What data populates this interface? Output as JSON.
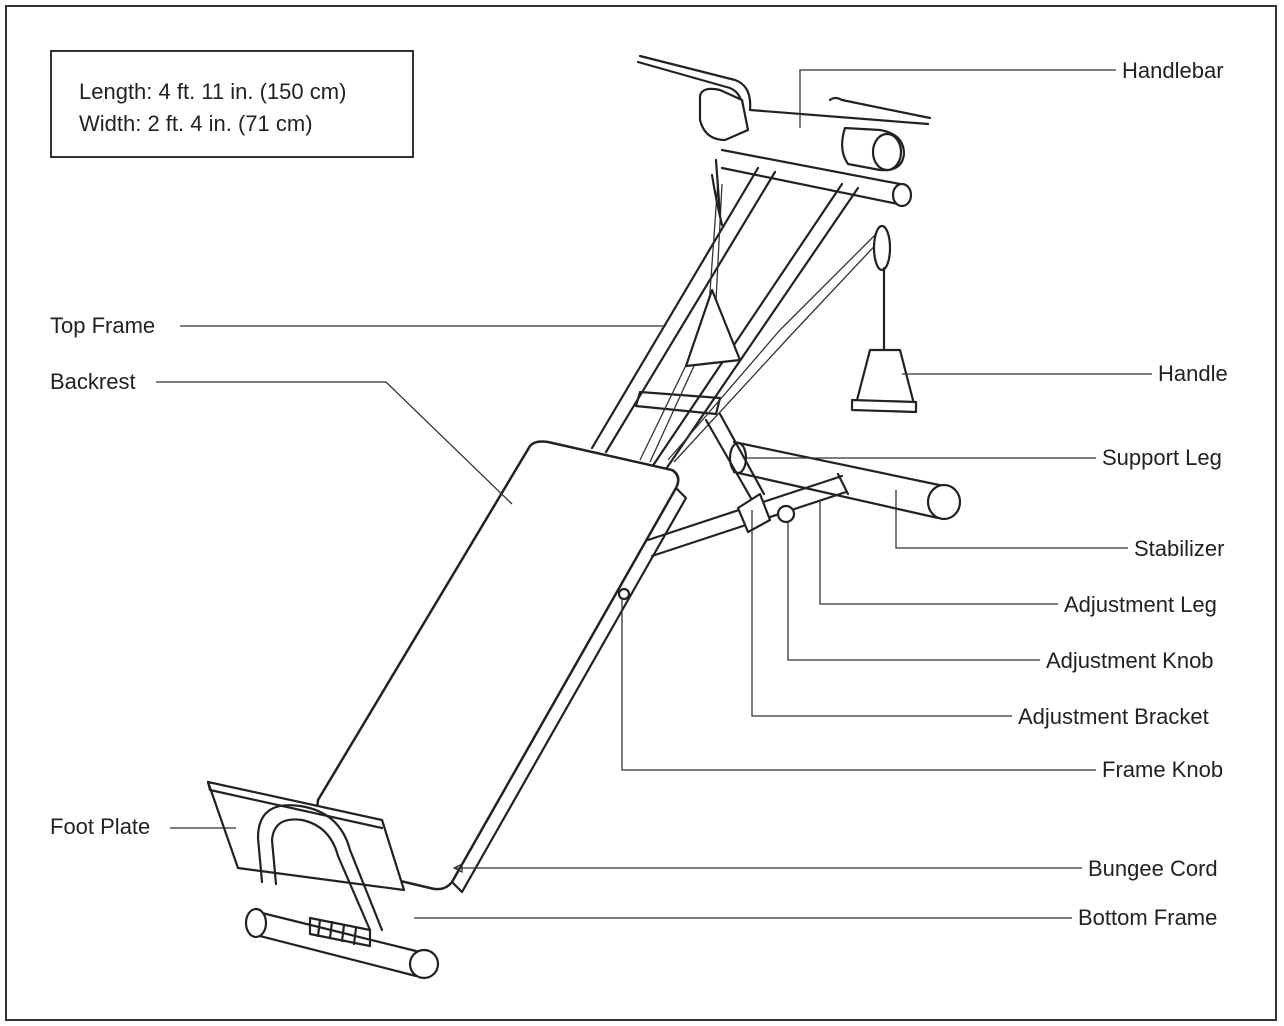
{
  "dimensions": {
    "length": "Length: 4 ft. 11 in. (150 cm)",
    "width": "Width:  2 ft. 4 in. (71 cm)"
  },
  "labels": {
    "handlebar": "Handlebar",
    "top_frame": "Top Frame",
    "backrest": "Backrest",
    "handle": "Handle",
    "support_leg": "Support Leg",
    "stabilizer": "Stabilizer",
    "adjustment_leg": "Adjustment Leg",
    "adjustment_knob": "Adjustment Knob",
    "adjustment_bracket": "Adjustment Bracket",
    "frame_knob": "Frame Knob",
    "foot_plate": "Foot Plate",
    "bungee_cord": "Bungee Cord",
    "bottom_frame": "Bottom Frame"
  }
}
